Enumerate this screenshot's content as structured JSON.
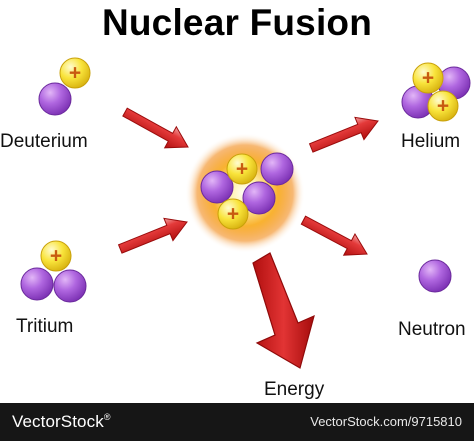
{
  "title": "Nuclear Fusion",
  "labels": {
    "deuterium": "Deuterium",
    "tritium": "Tritium",
    "helium": "Helium",
    "neutron": "Neutron",
    "energy": "Energy"
  },
  "particle_symbol": "+",
  "footer": {
    "brand": "VectorStock",
    "trademark": "®",
    "vector_id": "VectorStock.com/9715810"
  },
  "colors": {
    "proton": "#f5dc2c",
    "neutron": "#a45ad4",
    "arrow": "#d81e1e",
    "glow": "#f7a21c",
    "footer_bg": "#161616"
  }
}
